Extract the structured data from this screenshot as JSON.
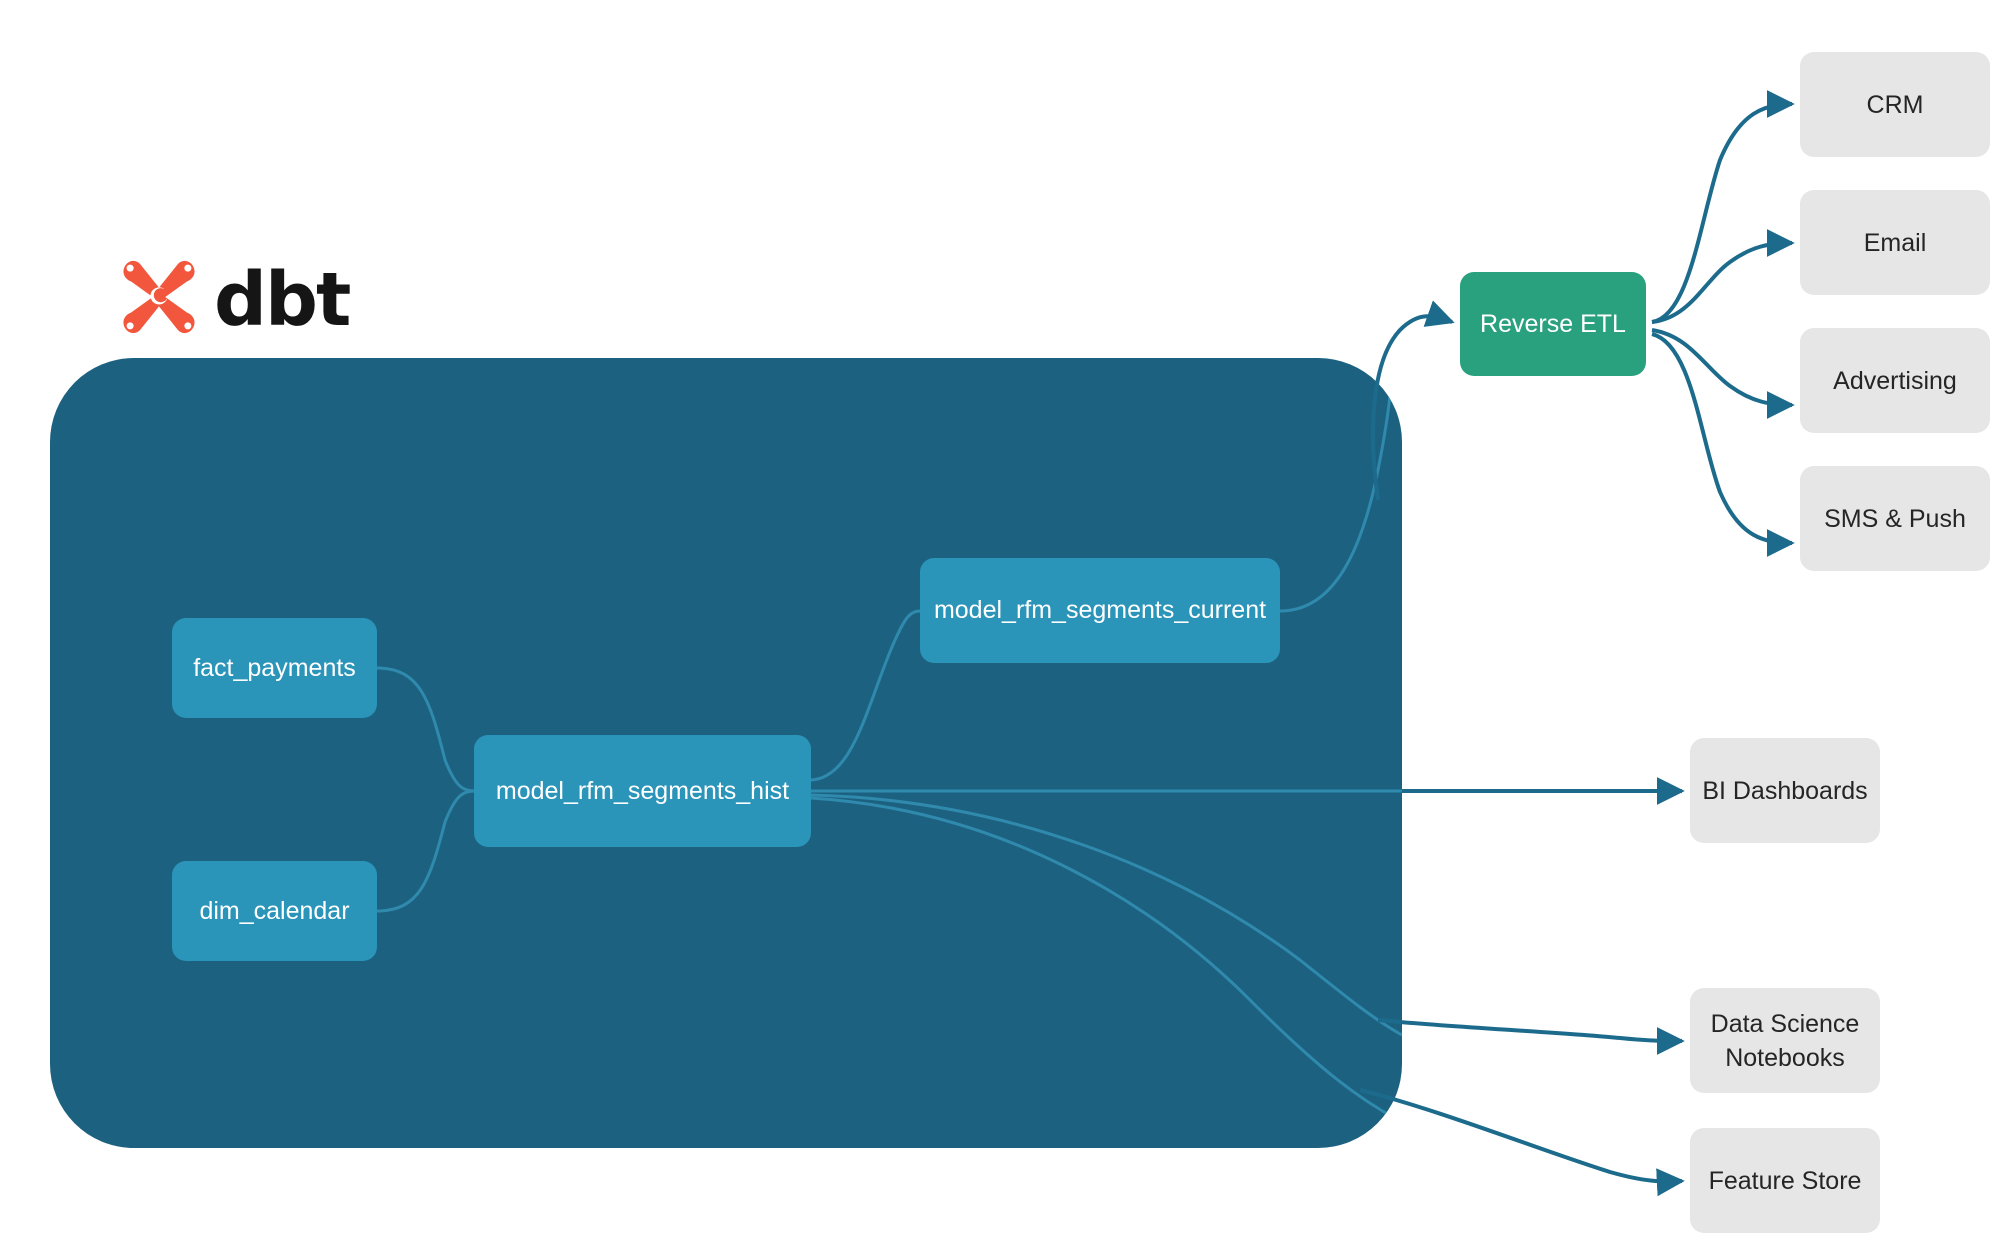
{
  "diagram": {
    "title": "dbt RFM segmentation lineage and activation flow",
    "logo": {
      "name": "dbt-logo",
      "wordmark": "dbt",
      "mark_icon": "dbt-x-star-icon",
      "mark_color": "#f2573d"
    },
    "colors": {
      "background": "#ffffff",
      "warehouse_container": "#1d6181",
      "model_node": "#2a94b9",
      "reverse_etl_node": "#2aa17e",
      "destination_node": "#e6e6e6",
      "edge_outer": "#1d6b8c",
      "edge_inner": "#2f8aad",
      "model_text": "#ffffff",
      "destination_text": "#252525"
    },
    "warehouse": {
      "name": "dbt-warehouse-container",
      "nodes": [
        {
          "id": "fact_payments",
          "label": "fact_payments"
        },
        {
          "id": "dim_calendar",
          "label": "dim_calendar"
        },
        {
          "id": "model_rfm_segments_hist",
          "label": "model_rfm_segments_hist"
        },
        {
          "id": "model_rfm_segments_current",
          "label": "model_rfm_segments_current"
        }
      ]
    },
    "reverse_etl": {
      "id": "reverse_etl",
      "label": "Reverse ETL"
    },
    "activation_destinations": [
      {
        "id": "crm",
        "label": "CRM"
      },
      {
        "id": "email",
        "label": "Email"
      },
      {
        "id": "advertising",
        "label": "Advertising"
      },
      {
        "id": "sms_push",
        "label": "SMS & Push"
      }
    ],
    "analytics_destinations": [
      {
        "id": "bi_dashboards",
        "label": "BI Dashboards"
      },
      {
        "id": "ds_notebooks",
        "label": "Data Science\nNotebooks",
        "line1": "Data Science",
        "line2": "Notebooks"
      },
      {
        "id": "feature_store",
        "label": "Feature Store"
      }
    ],
    "edges": [
      {
        "from": "fact_payments",
        "to": "model_rfm_segments_hist"
      },
      {
        "from": "dim_calendar",
        "to": "model_rfm_segments_hist"
      },
      {
        "from": "model_rfm_segments_hist",
        "to": "model_rfm_segments_current"
      },
      {
        "from": "model_rfm_segments_current",
        "to": "reverse_etl"
      },
      {
        "from": "reverse_etl",
        "to": "crm"
      },
      {
        "from": "reverse_etl",
        "to": "email"
      },
      {
        "from": "reverse_etl",
        "to": "advertising"
      },
      {
        "from": "reverse_etl",
        "to": "sms_push"
      },
      {
        "from": "model_rfm_segments_hist",
        "to": "bi_dashboards"
      },
      {
        "from": "model_rfm_segments_hist",
        "to": "ds_notebooks"
      },
      {
        "from": "model_rfm_segments_hist",
        "to": "feature_store"
      }
    ]
  }
}
